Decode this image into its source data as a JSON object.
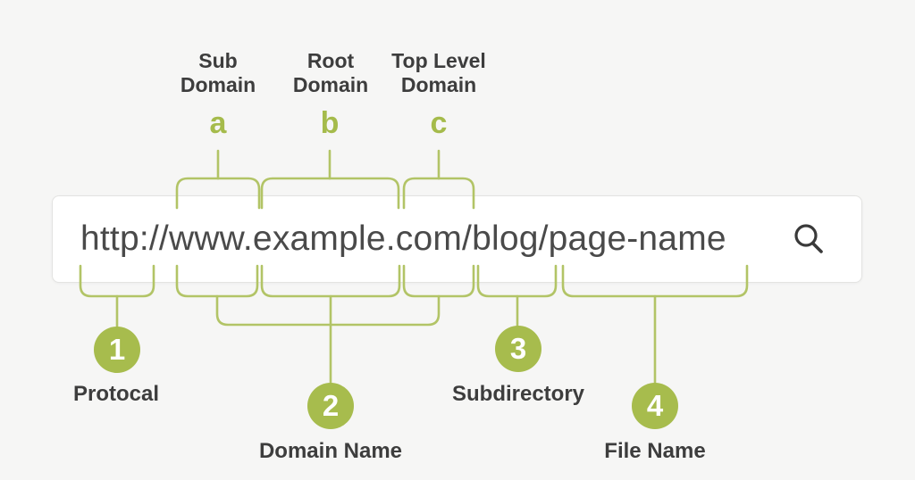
{
  "colors": {
    "background": "#f6f6f5",
    "accent_green": "#a7bc4d",
    "line_green": "#b2c466",
    "text_dark": "#3d3d3d",
    "url_text": "#4a4a4a"
  },
  "url_bar": {
    "value": "http://www.example.com/blog/page-name",
    "icon": "magnifier-search-icon"
  },
  "top_annotations": [
    {
      "letter": "a",
      "label": "Sub Domain"
    },
    {
      "letter": "b",
      "label": "Root Domain"
    },
    {
      "letter": "c",
      "label": "Top Level Domain"
    }
  ],
  "bottom_annotations": [
    {
      "number": "1",
      "label": "Protocal"
    },
    {
      "number": "2",
      "label": "Domain Name"
    },
    {
      "number": "3",
      "label": "Subdirectory"
    },
    {
      "number": "4",
      "label": "File Name"
    }
  ]
}
